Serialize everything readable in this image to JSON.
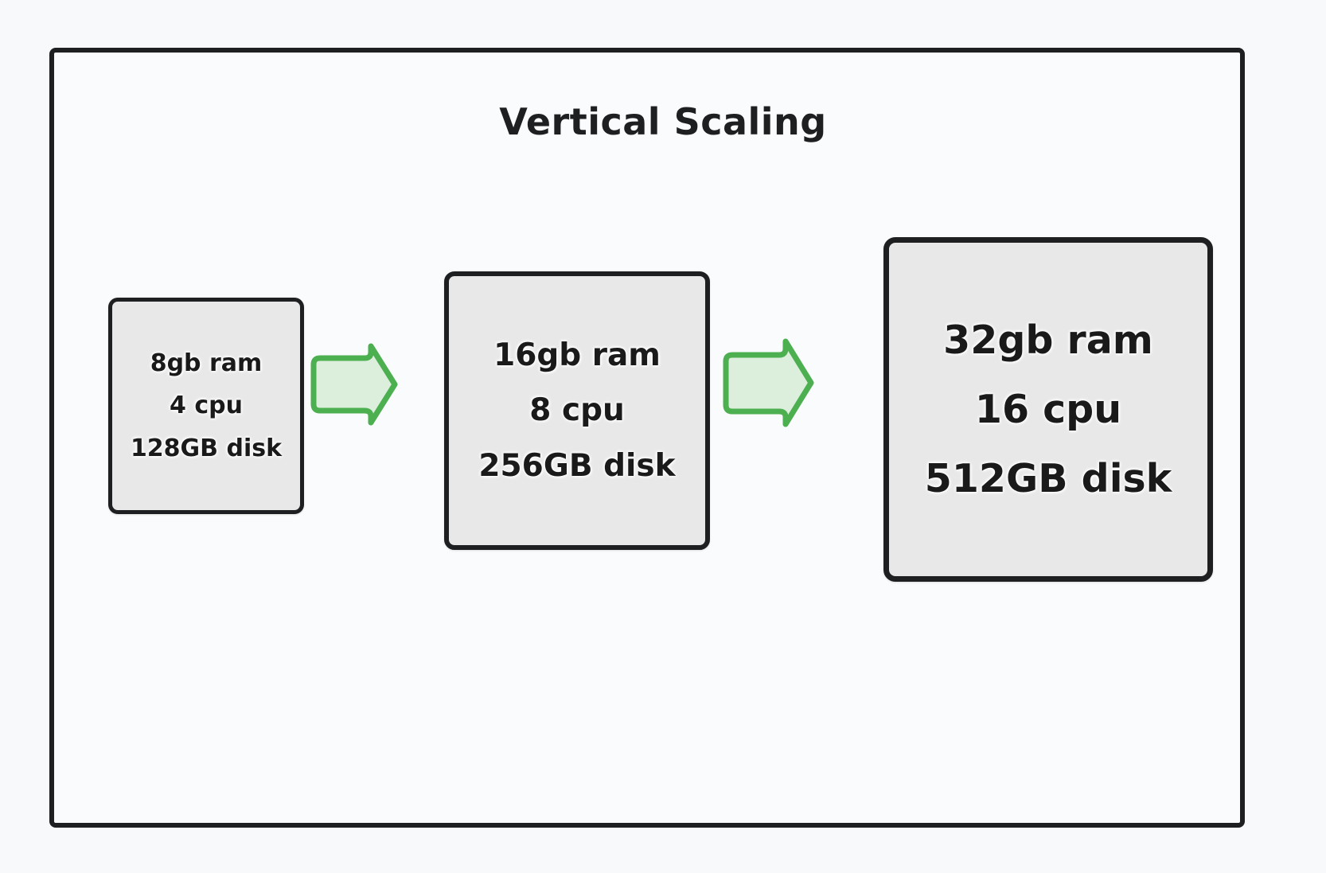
{
  "diagram": {
    "title": "Vertical Scaling",
    "frame": {
      "border_color": "#1d1f21",
      "background": "#fafbfc"
    },
    "page_background": "#f7f9fb",
    "nodes": [
      {
        "id": "node-1",
        "name": "small-server",
        "specs": [
          "8gb ram",
          "4 cpu",
          "128GB disk"
        ],
        "fill": "#e8e8e8",
        "border_color": "#1d1f21"
      },
      {
        "id": "node-2",
        "name": "medium-server",
        "specs": [
          "16gb ram",
          "8 cpu",
          "256GB disk"
        ],
        "fill": "#e8e8e8",
        "border_color": "#1d1f21"
      },
      {
        "id": "node-3",
        "name": "large-server",
        "specs": [
          "32gb ram",
          "16 cpu",
          "512GB disk"
        ],
        "fill": "#e8e8e8",
        "border_color": "#1d1f21"
      }
    ],
    "arrows": [
      {
        "id": "arrow-1",
        "name": "scale-up-arrow-1",
        "icon": "block-arrow-right-icon",
        "stroke": "#4caf50",
        "fill": "#dcefdc"
      },
      {
        "id": "arrow-2",
        "name": "scale-up-arrow-2",
        "icon": "block-arrow-right-icon",
        "stroke": "#4caf50",
        "fill": "#dcefdc"
      }
    ]
  }
}
